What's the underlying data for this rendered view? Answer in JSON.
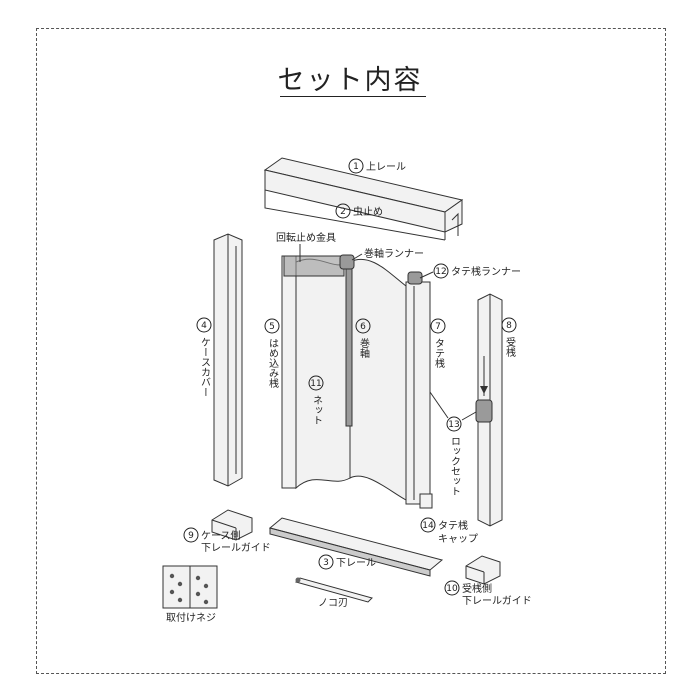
{
  "title": "セット内容",
  "parts": {
    "p1": {
      "num": "1",
      "label": "上レール"
    },
    "p2": {
      "num": "2",
      "label": "虫止め"
    },
    "p3": {
      "num": "3",
      "label": "下レール"
    },
    "p4": {
      "num": "4",
      "label": "ケースカバー"
    },
    "p5": {
      "num": "5",
      "label": "はめ込み桟"
    },
    "p6": {
      "num": "6",
      "label": "巻軸"
    },
    "p7": {
      "num": "7",
      "label": "タテ桟"
    },
    "p8": {
      "num": "8",
      "label": "受桟"
    },
    "p9": {
      "num": "9",
      "label": "ケース側",
      "label2": "下レールガイド"
    },
    "p10": {
      "num": "10",
      "label": "受桟側",
      "label2": "下レールガイド"
    },
    "p11": {
      "num": "11",
      "label": "ネット"
    },
    "p12": {
      "num": "12",
      "label": "タテ桟ランナー"
    },
    "p13": {
      "num": "13",
      "label": "ロックセット"
    },
    "p14": {
      "num": "14",
      "label": "タテ桟",
      "label2": "キャップ"
    },
    "rotation_stopper": {
      "label": "回転止め金具"
    },
    "roller_runner": {
      "label": "巻軸ランナー"
    },
    "screws": {
      "label": "取付けネジ"
    },
    "saw": {
      "label": "ノコ刃"
    }
  }
}
